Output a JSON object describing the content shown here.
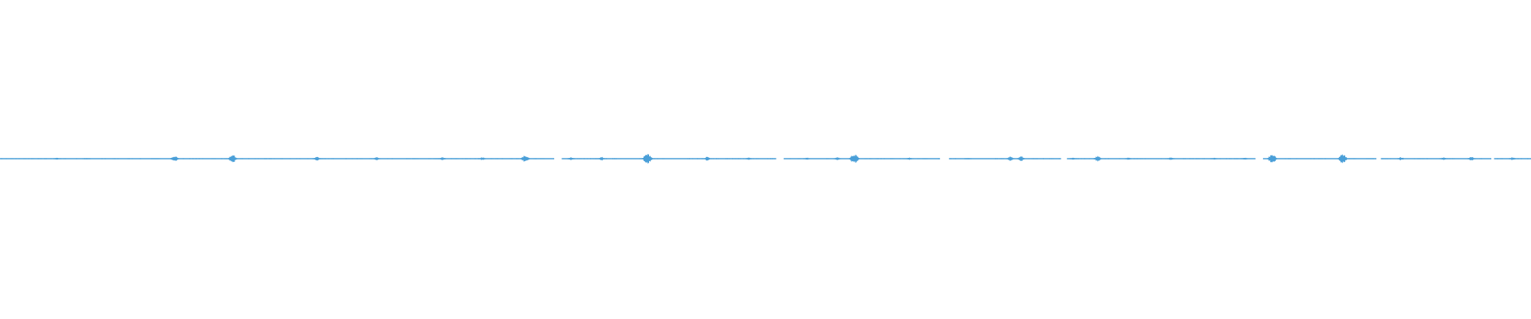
{
  "waveform": {
    "color": "#4a9fd8",
    "background": "#ffffff",
    "baseline_level": 0.015,
    "segments": [
      [
        0.0,
        0.362
      ],
      [
        0.367,
        0.507
      ],
      [
        0.512,
        0.614
      ],
      [
        0.62,
        0.693
      ],
      [
        0.697,
        0.82
      ],
      [
        0.825,
        0.899
      ],
      [
        0.902,
        0.974
      ],
      [
        0.976,
        1.0
      ]
    ],
    "bursts": [
      {
        "pos": 0.037,
        "amp": 0.1
      },
      {
        "pos": 0.057,
        "amp": 0.08
      },
      {
        "pos": 0.114,
        "amp": 0.3
      },
      {
        "pos": 0.152,
        "amp": 0.4
      },
      {
        "pos": 0.207,
        "amp": 0.22
      },
      {
        "pos": 0.246,
        "amp": 0.15
      },
      {
        "pos": 0.289,
        "amp": 0.16
      },
      {
        "pos": 0.315,
        "amp": 0.16
      },
      {
        "pos": 0.343,
        "amp": 0.36
      },
      {
        "pos": 0.373,
        "amp": 0.16
      },
      {
        "pos": 0.393,
        "amp": 0.18
      },
      {
        "pos": 0.423,
        "amp": 0.52
      },
      {
        "pos": 0.462,
        "amp": 0.2
      },
      {
        "pos": 0.489,
        "amp": 0.12
      },
      {
        "pos": 0.527,
        "amp": 0.12
      },
      {
        "pos": 0.547,
        "amp": 0.18
      },
      {
        "pos": 0.558,
        "amp": 0.48
      },
      {
        "pos": 0.594,
        "amp": 0.12
      },
      {
        "pos": 0.632,
        "amp": 0.1
      },
      {
        "pos": 0.66,
        "amp": 0.22
      },
      {
        "pos": 0.667,
        "amp": 0.26
      },
      {
        "pos": 0.701,
        "amp": 0.12
      },
      {
        "pos": 0.717,
        "amp": 0.28
      },
      {
        "pos": 0.737,
        "amp": 0.12
      },
      {
        "pos": 0.765,
        "amp": 0.16
      },
      {
        "pos": 0.793,
        "amp": 0.1
      },
      {
        "pos": 0.813,
        "amp": 0.12
      },
      {
        "pos": 0.831,
        "amp": 0.44
      },
      {
        "pos": 0.877,
        "amp": 0.46
      },
      {
        "pos": 0.915,
        "amp": 0.18
      },
      {
        "pos": 0.943,
        "amp": 0.16
      },
      {
        "pos": 0.961,
        "amp": 0.2
      },
      {
        "pos": 0.988,
        "amp": 0.16
      }
    ]
  }
}
